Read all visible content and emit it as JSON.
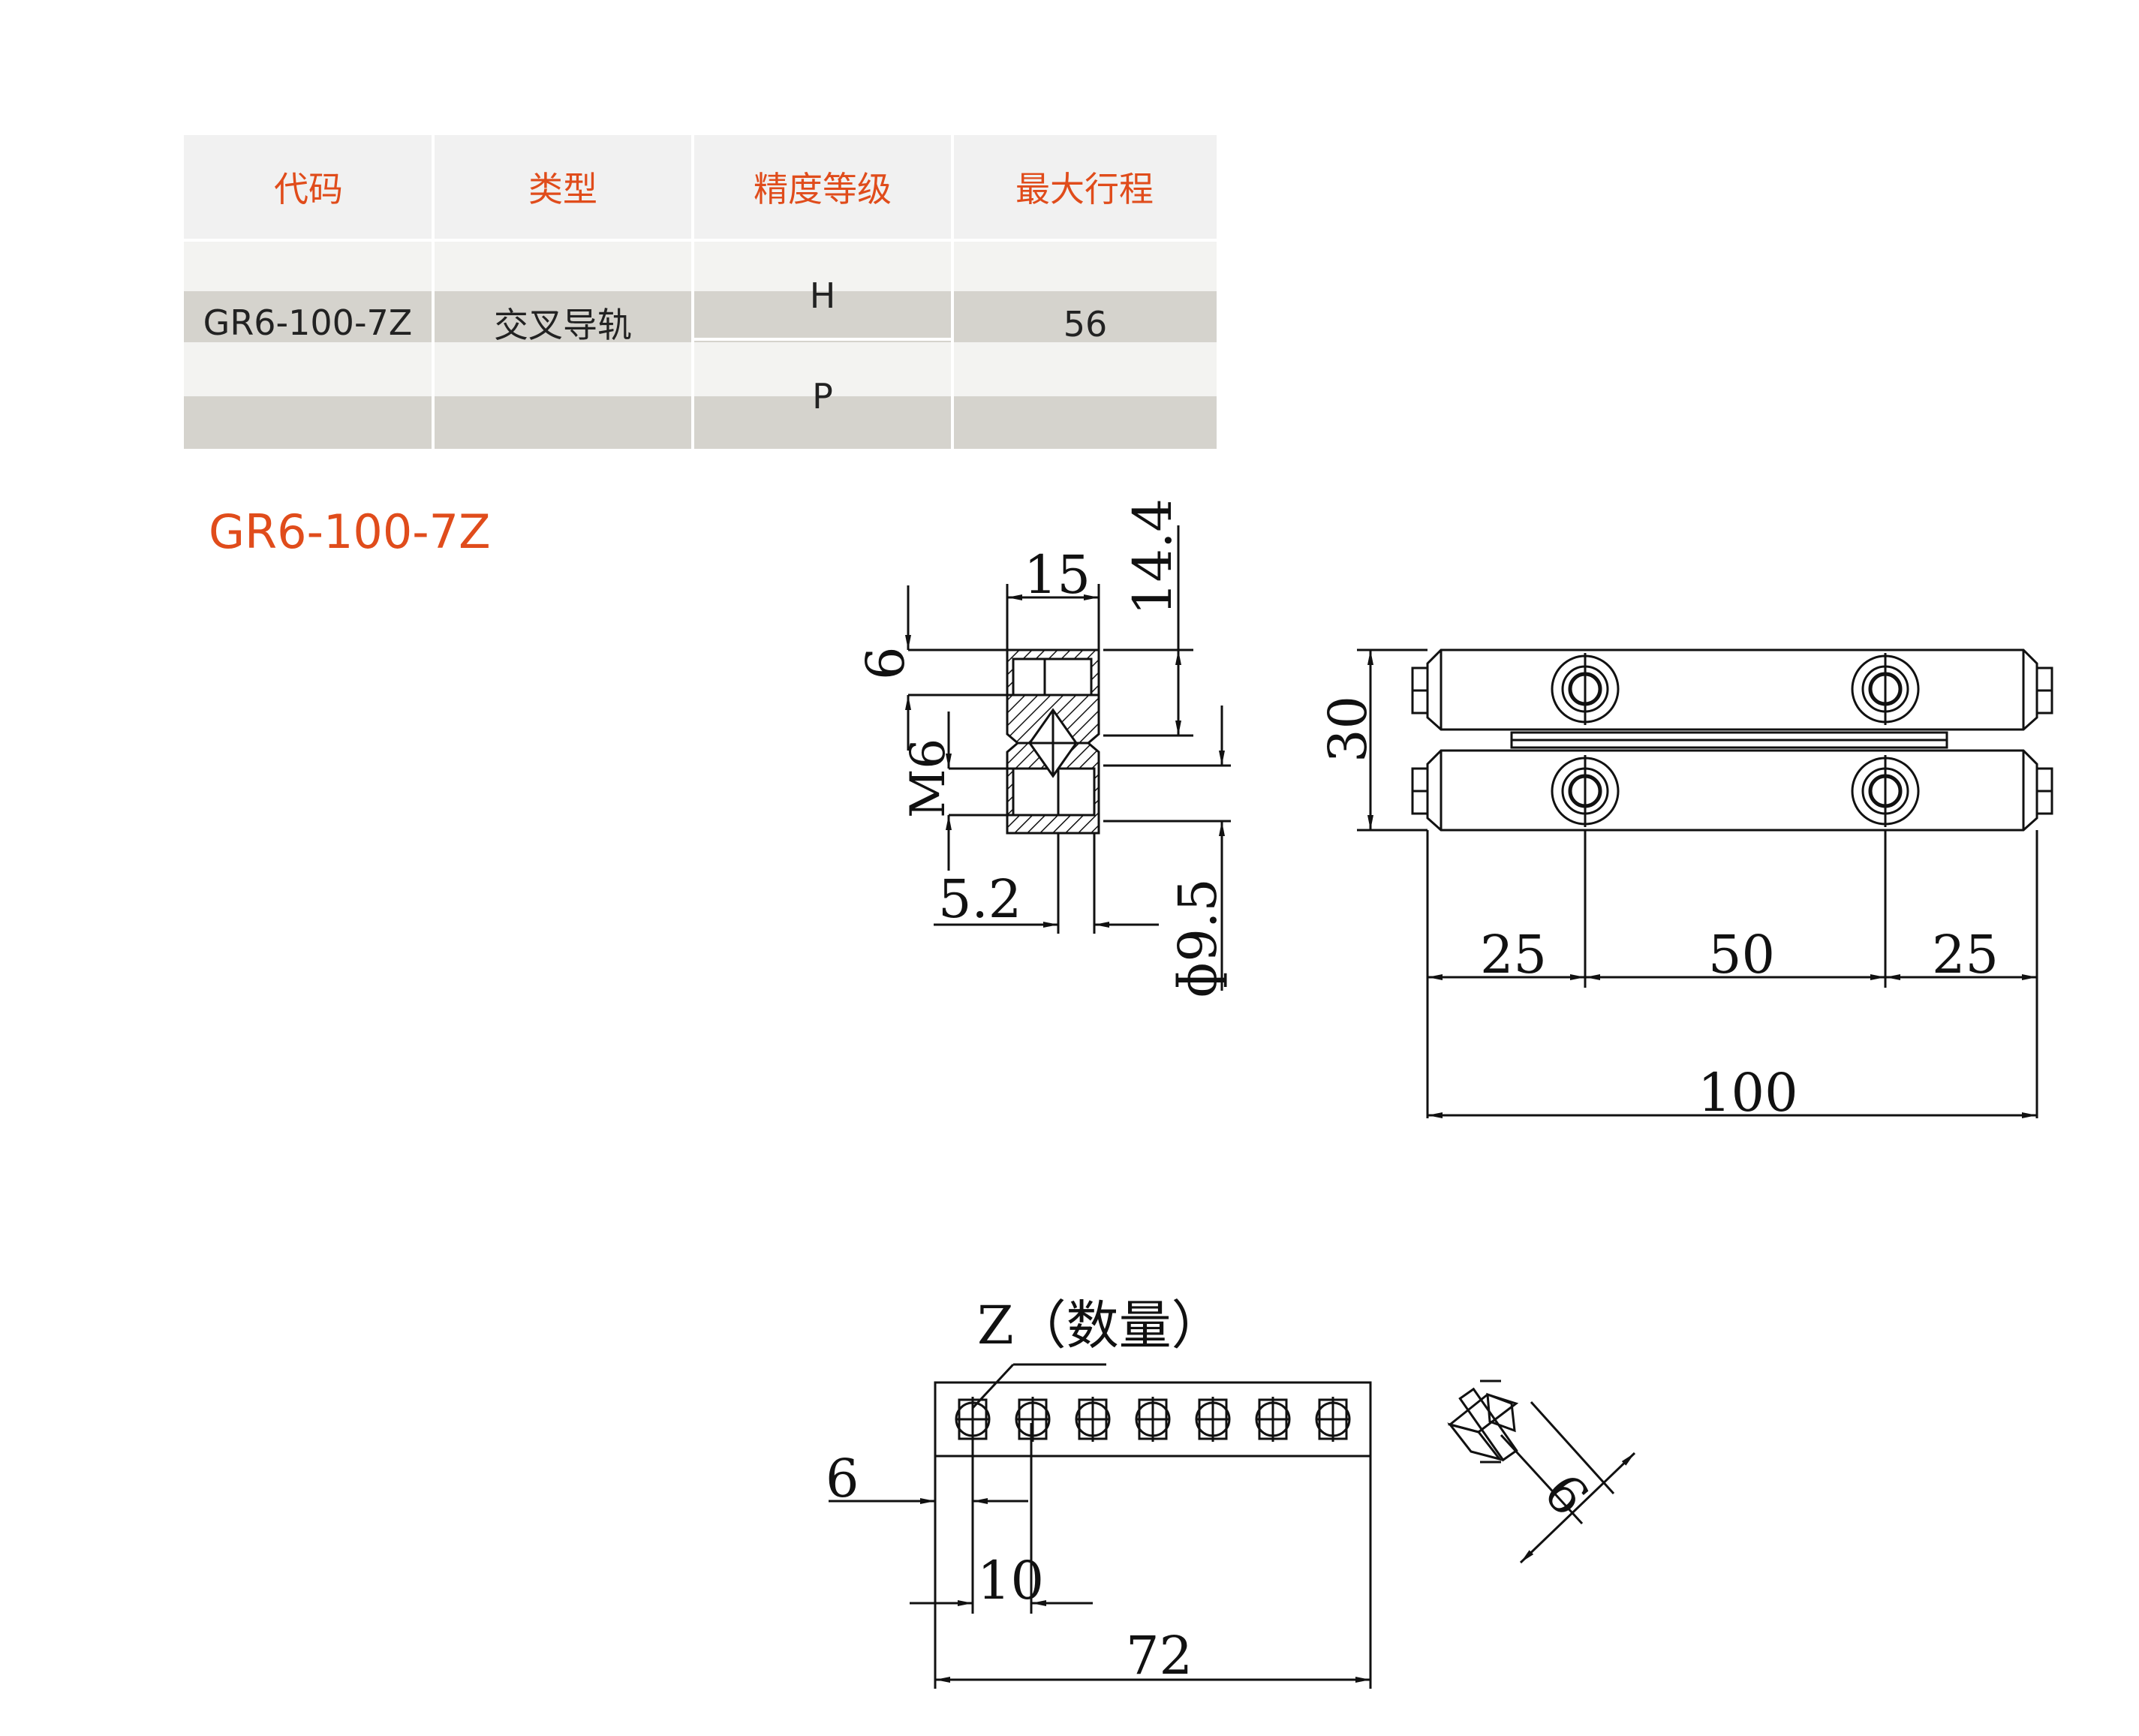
{
  "table": {
    "headers": [
      "代码",
      "类型",
      "精度等级",
      "最大行程"
    ],
    "row": {
      "code": "GR6-100-7Z",
      "type": "交叉导轨",
      "grade_1": "H",
      "grade_2": "P",
      "stroke": "56"
    }
  },
  "model_title": "GR6-100-7Z",
  "drawing": {
    "side_view": {
      "d15": "15",
      "d14_4": "14.4",
      "d6": "6",
      "m6": "M6",
      "d5_2": "5.2",
      "d9_5": "ɸ9.5"
    },
    "top_view": {
      "h30": "30",
      "d25_left": "25",
      "d50": "50",
      "d25_right": "25",
      "d100": "100"
    },
    "cage": {
      "label": "Z（数量）",
      "d6": "6",
      "d10": "10",
      "d72": "72",
      "roller_count": 7
    },
    "roller": {
      "d6": "6"
    }
  }
}
